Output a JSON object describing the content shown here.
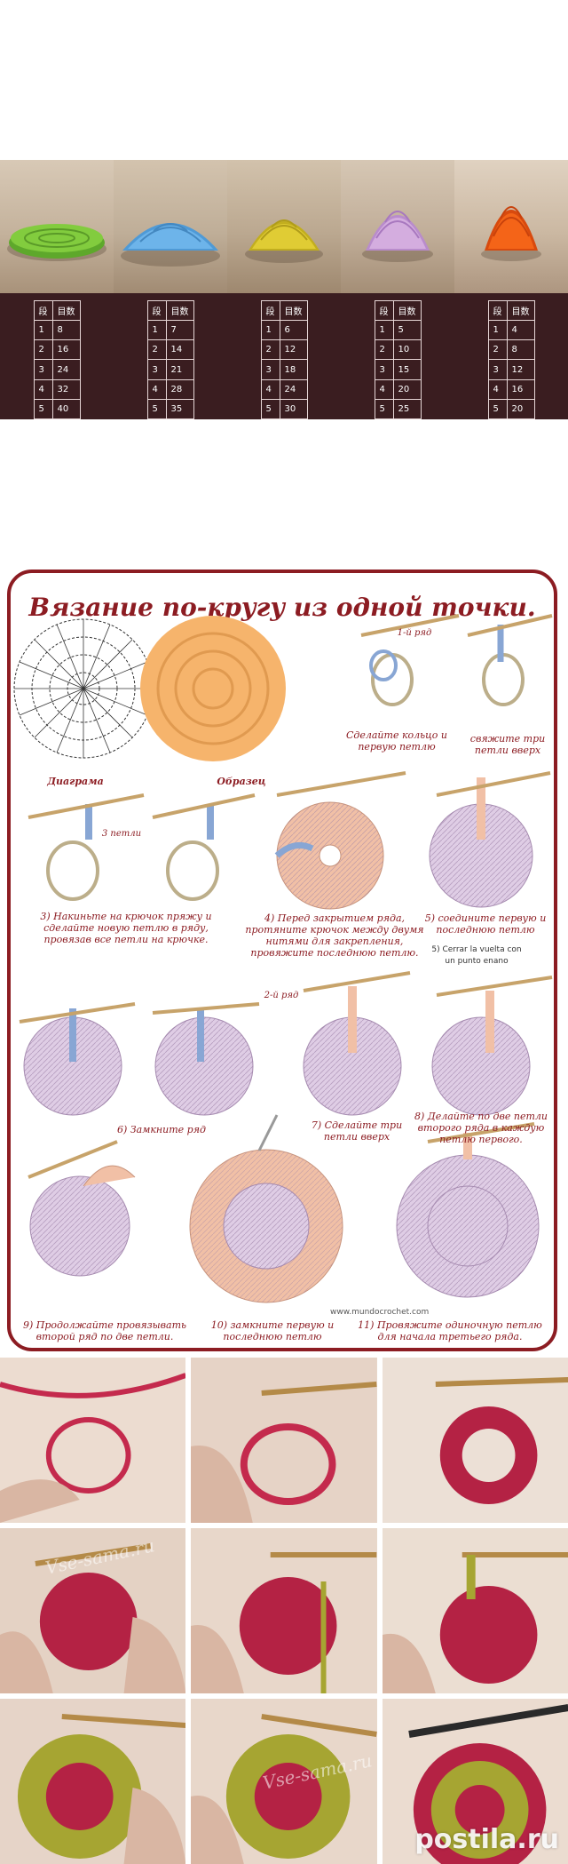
{
  "tables": [
    {
      "header": [
        "段",
        "目数"
      ],
      "rows": [
        [
          "1",
          "8"
        ],
        [
          "2",
          "16"
        ],
        [
          "3",
          "24"
        ],
        [
          "4",
          "32"
        ],
        [
          "5",
          "40"
        ]
      ]
    },
    {
      "header": [
        "段",
        "目数"
      ],
      "rows": [
        [
          "1",
          "7"
        ],
        [
          "2",
          "14"
        ],
        [
          "3",
          "21"
        ],
        [
          "4",
          "28"
        ],
        [
          "5",
          "35"
        ]
      ]
    },
    {
      "header": [
        "段",
        "目数"
      ],
      "rows": [
        [
          "1",
          "6"
        ],
        [
          "2",
          "12"
        ],
        [
          "3",
          "18"
        ],
        [
          "4",
          "24"
        ],
        [
          "5",
          "30"
        ]
      ]
    },
    {
      "header": [
        "段",
        "目数"
      ],
      "rows": [
        [
          "1",
          "5"
        ],
        [
          "2",
          "10"
        ],
        [
          "3",
          "15"
        ],
        [
          "4",
          "20"
        ],
        [
          "5",
          "25"
        ]
      ]
    },
    {
      "header": [
        "段",
        "目数"
      ],
      "rows": [
        [
          "1",
          "4"
        ],
        [
          "2",
          "8"
        ],
        [
          "3",
          "12"
        ],
        [
          "4",
          "16"
        ],
        [
          "5",
          "20"
        ]
      ]
    }
  ],
  "photos": [
    {
      "color": "#7cc63a",
      "name": "green-disc"
    },
    {
      "color": "#5ba8e0",
      "name": "blue-dome"
    },
    {
      "color": "#d7c22a",
      "name": "yellow-dome"
    },
    {
      "color": "#c9a1d8",
      "name": "lilac-cone"
    },
    {
      "color": "#f05a14",
      "name": "orange-cone"
    }
  ],
  "card": {
    "title": "Вязание по-кругу из одной точки.",
    "labels": {
      "row1": "1-й ряд",
      "diagram": "Диаграма",
      "sample": "Образец",
      "three_loops": "3 петли",
      "row2": "2-й ряд",
      "step1": "Сделайте кольцо и первую петлю",
      "step2": "свяжите три петли вверх",
      "step3": "3) Накиньте на крючок пряжу и сделайте новую петлю в ряду, провязав все петли на крючке.",
      "step4": "4) Перед закрытием ряда, протяните крючок между двумя нитями для закрепления, провяжите последнюю петлю.",
      "step5": "5) соедините первую и последнюю петлю",
      "cerrar": "5) Cerrar la vuelta con un punto enano",
      "step6": "6) Замкните ряд",
      "step7": "7) Сделайте три петли вверх",
      "step8": "8) Делайте по две петли второго ряда в каждую петлю первого.",
      "step9": "9) Продолжайте провязывать второй ряд по две петли.",
      "step10": "10) замкните первую и последнюю петлю",
      "step11": "11) Провяжите одиночную петлю для начала третьего ряда.",
      "website": "www.mundocrochet.com"
    }
  },
  "grid": {
    "watermark1": "Vse-sama.ru",
    "watermark2": "Vse-sama.ru",
    "logo": "postila.ru"
  },
  "colors": {
    "accent": "#8c1c22",
    "table_bg": "#3a1d20",
    "yarn_pink": "#c42a4d",
    "yarn_olive": "#a6a532"
  }
}
